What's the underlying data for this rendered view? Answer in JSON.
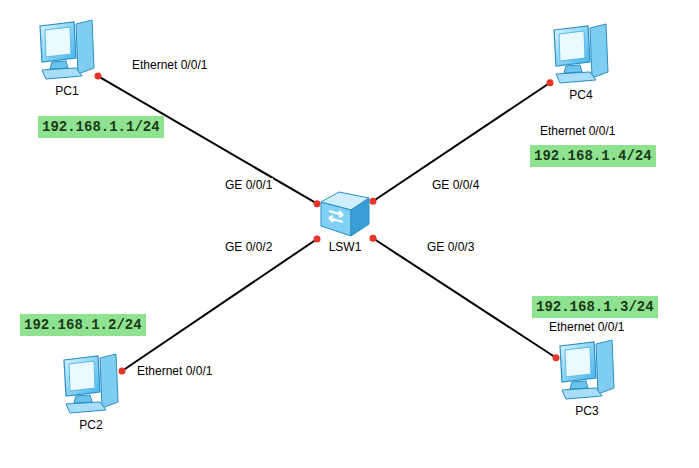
{
  "diagram": {
    "nodes": [
      {
        "text": [
          "PC1"
        ]
      },
      {
        "text": [
          "PC4"
        ]
      },
      {
        "text": [
          "LSW1"
        ]
      },
      {
        "text": [
          "PC2"
        ]
      },
      {
        "text": [
          "PC3"
        ]
      }
    ],
    "edges": [
      {
        "from": 0,
        "to": 2,
        "arrow": "none"
      },
      {
        "from": 1,
        "to": 2,
        "arrow": "none"
      },
      {
        "from": 3,
        "to": 2,
        "arrow": "none"
      },
      {
        "from": 4,
        "to": 2,
        "arrow": "none"
      }
    ],
    "labels": [
      "Ethernet 0/0/1",
      "192.168.1.1/24",
      "Ethernet 0/0/1",
      "192.168.1.4/24",
      "GE 0/0/1",
      "GE 0/0/4",
      "GE 0/0/2",
      "GE 0/0/3",
      "192.168.1.3/24",
      "Ethernet 0/0/1",
      "192.168.1.2/24",
      "Ethernet 0/0/1"
    ]
  }
}
